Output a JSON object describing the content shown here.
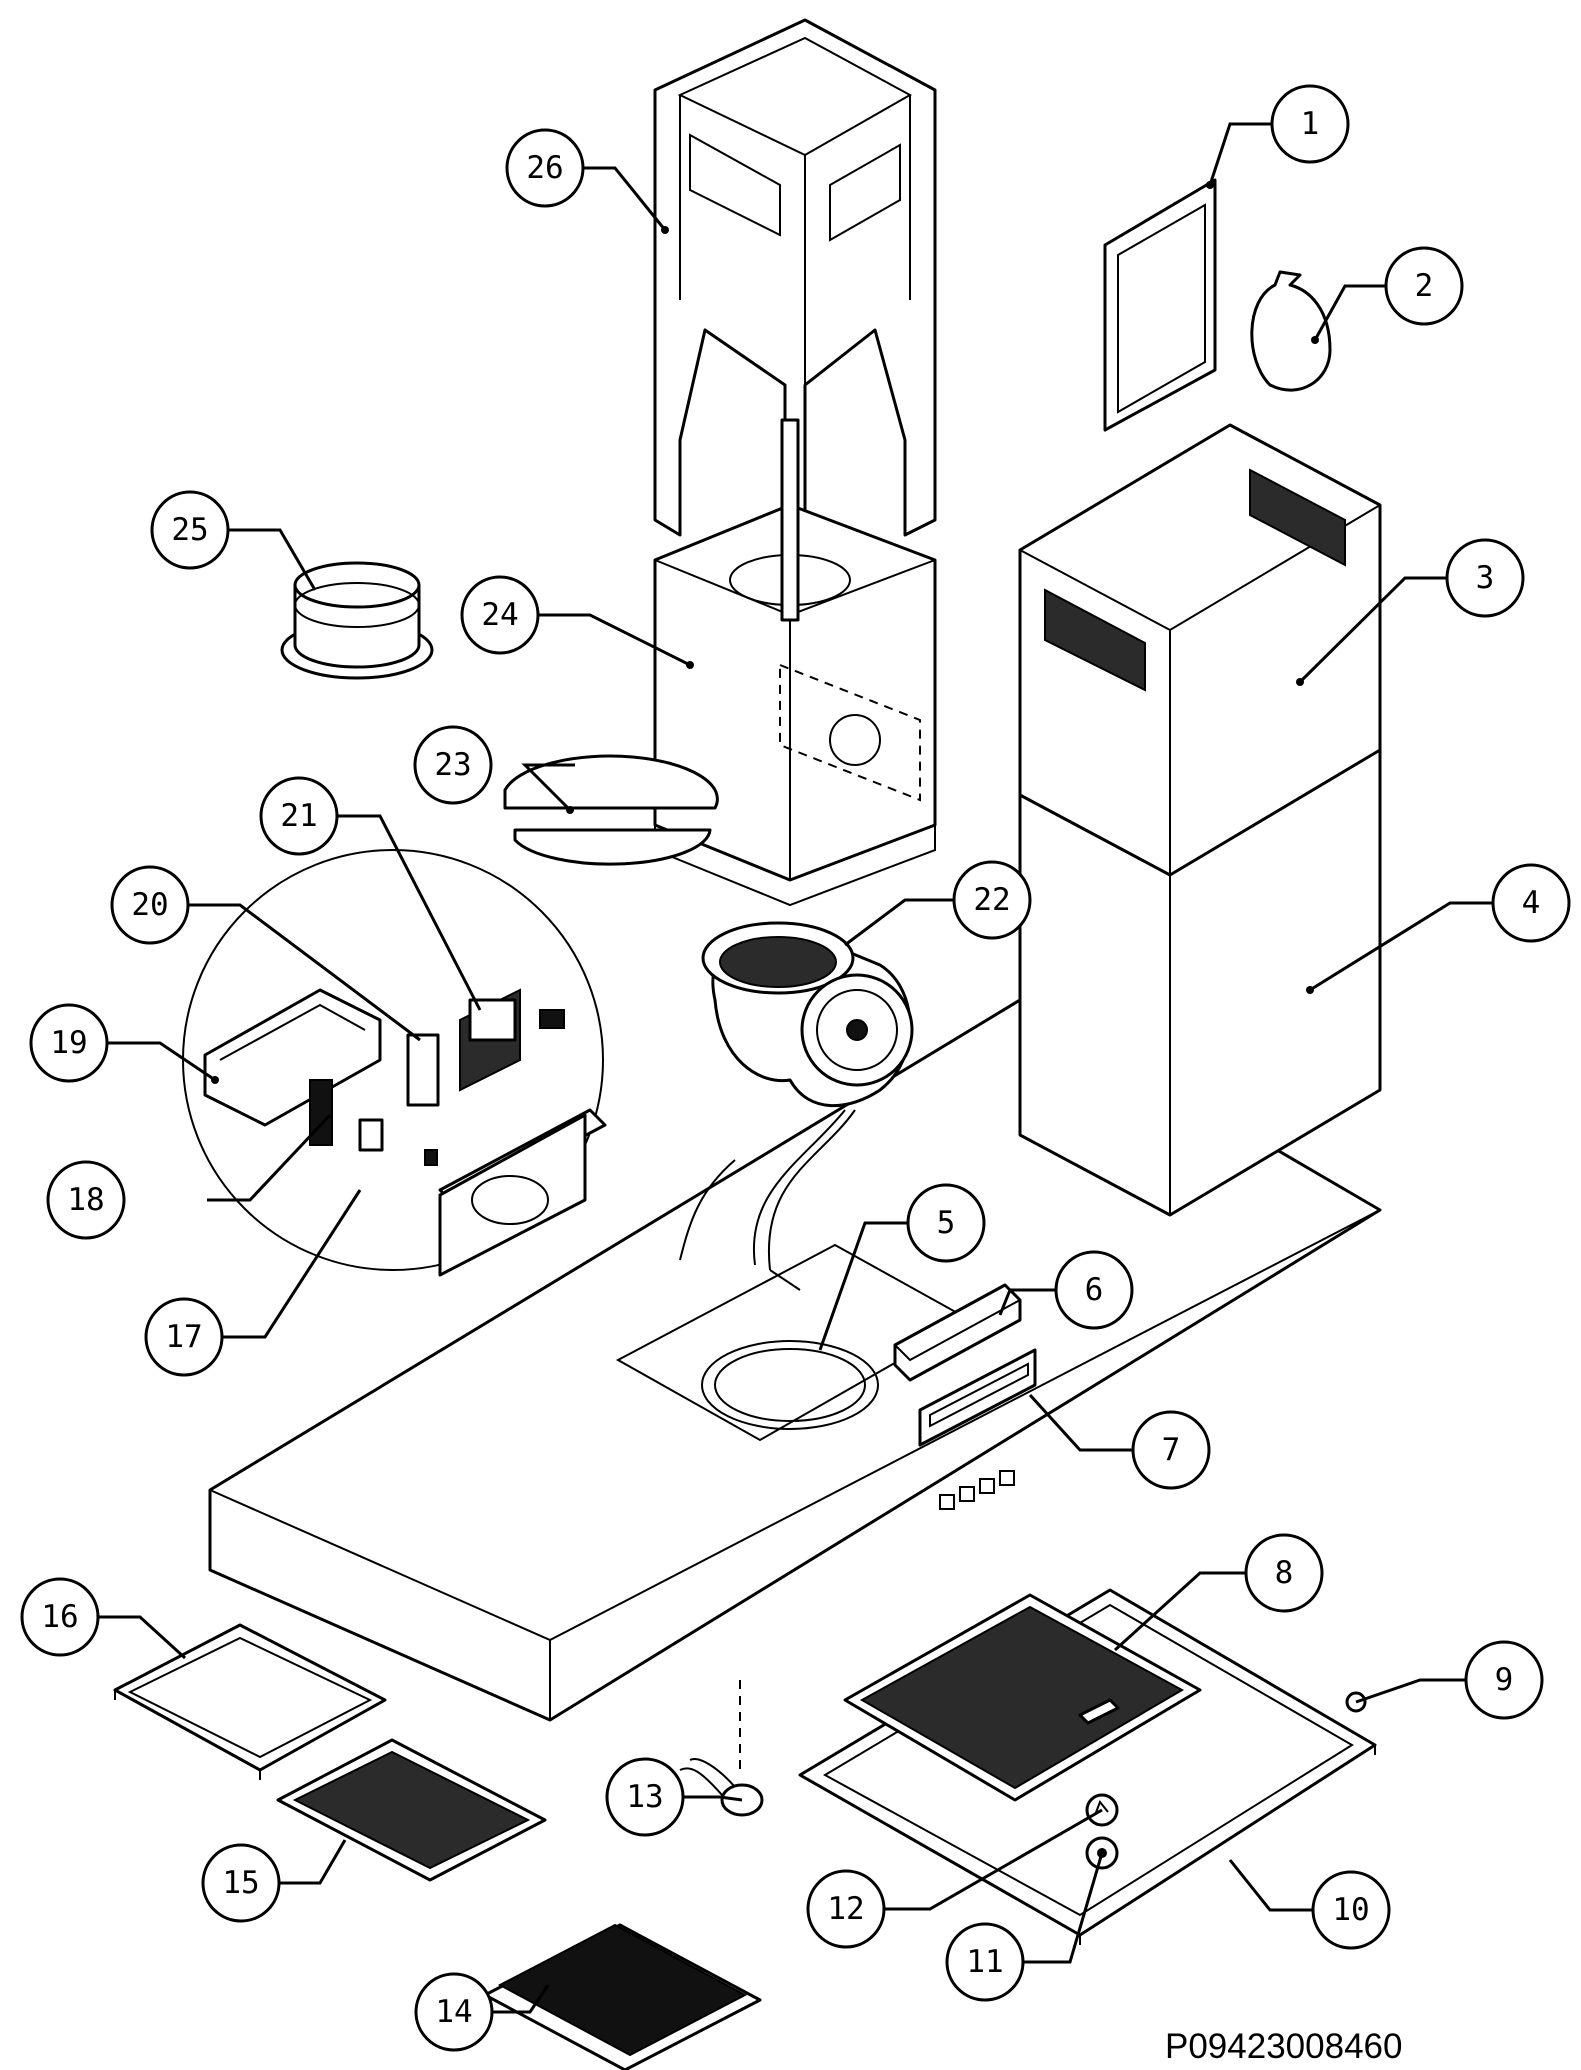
{
  "drawing_code": "P09423008460",
  "part_numbers": [
    "1",
    "2",
    "3",
    "4",
    "5",
    "6",
    "7",
    "8",
    "9",
    "10",
    "11",
    "12",
    "13",
    "14",
    "15",
    "16",
    "17",
    "18",
    "19",
    "20",
    "21",
    "22",
    "23",
    "24",
    "25",
    "26"
  ]
}
